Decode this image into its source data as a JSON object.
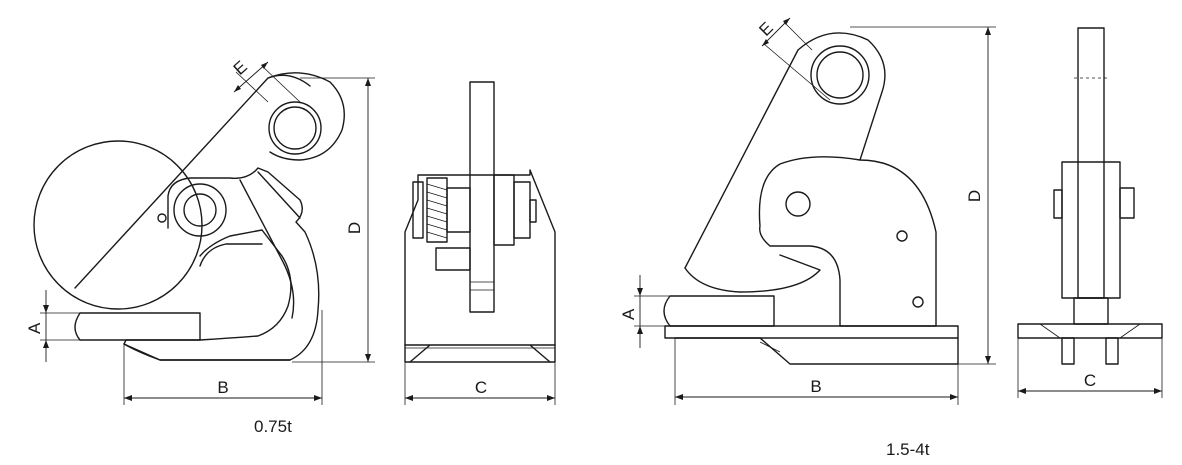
{
  "labels": {
    "left": {
      "A": "A",
      "B": "B",
      "C": "C",
      "D": "D",
      "E": "E"
    },
    "right": {
      "A": "A",
      "B": "B",
      "C": "C",
      "D": "D",
      "E": "E"
    }
  },
  "captions": {
    "left": "0.75t",
    "right": "1.5-4t"
  },
  "colors": {
    "stroke": "#1a1a1a",
    "background": "#ffffff"
  }
}
